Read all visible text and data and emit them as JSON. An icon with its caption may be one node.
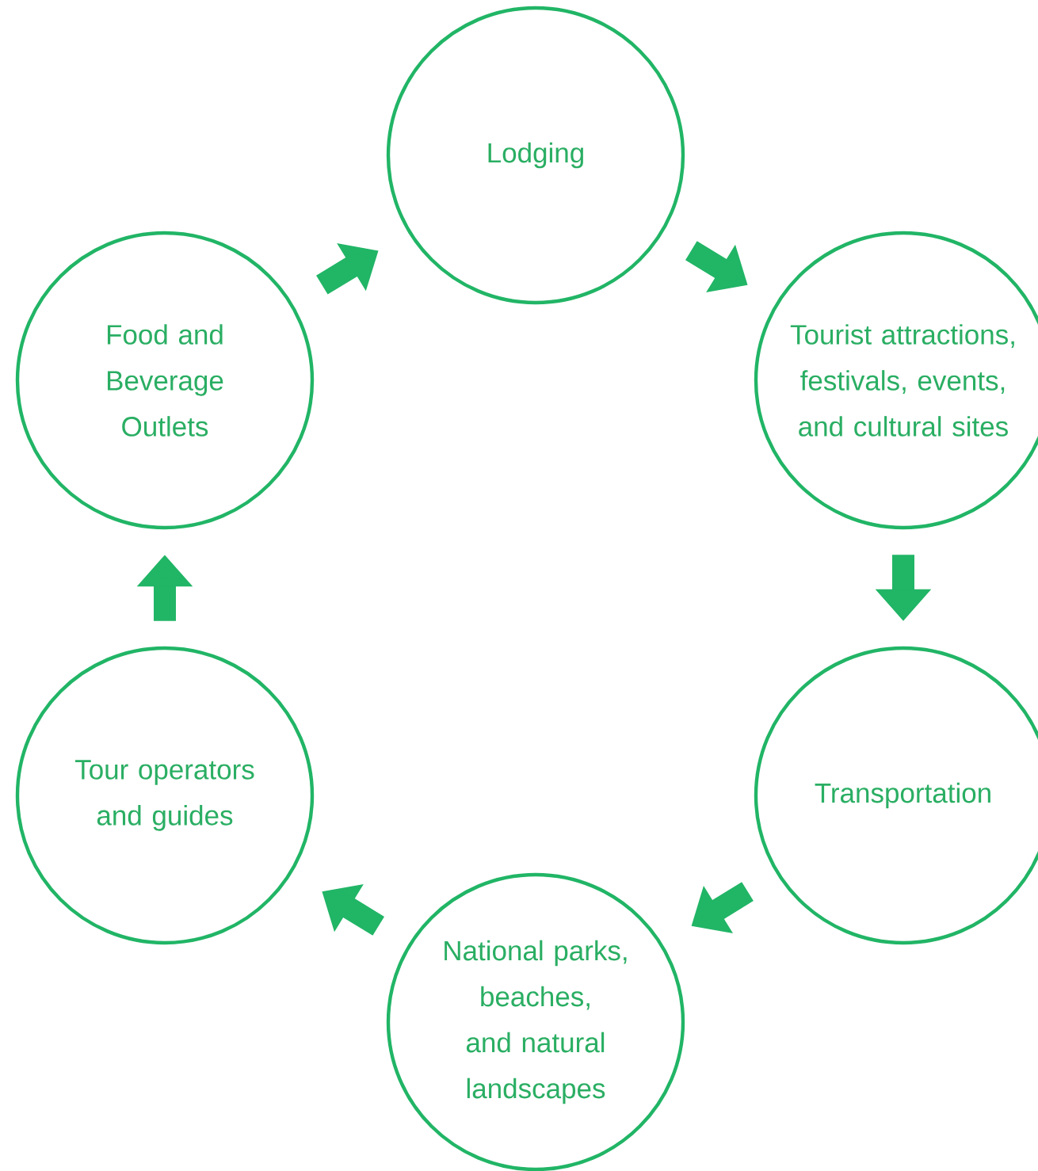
{
  "diagram": {
    "nodes": [
      {
        "text": [
          "Lodging"
        ]
      },
      {
        "text": [
          "Tourist attractions, festivals, events, and cultural sites"
        ]
      },
      {
        "text": [
          "Transportation"
        ]
      },
      {
        "text": [
          "National parks, beaches, and natural landscapes"
        ]
      },
      {
        "text": [
          "Tour operators and guides"
        ]
      },
      {
        "text": [
          "Food and Beverage Outlets"
        ]
      }
    ],
    "edges": [
      {
        "from": 0,
        "to": 1,
        "arrow": "to"
      },
      {
        "from": 1,
        "to": 2,
        "arrow": "to"
      },
      {
        "from": 2,
        "to": 3,
        "arrow": "to"
      },
      {
        "from": 3,
        "to": 4,
        "arrow": "to"
      },
      {
        "from": 4,
        "to": 5,
        "arrow": "to"
      },
      {
        "from": 5,
        "to": 0,
        "arrow": "to"
      }
    ]
  }
}
